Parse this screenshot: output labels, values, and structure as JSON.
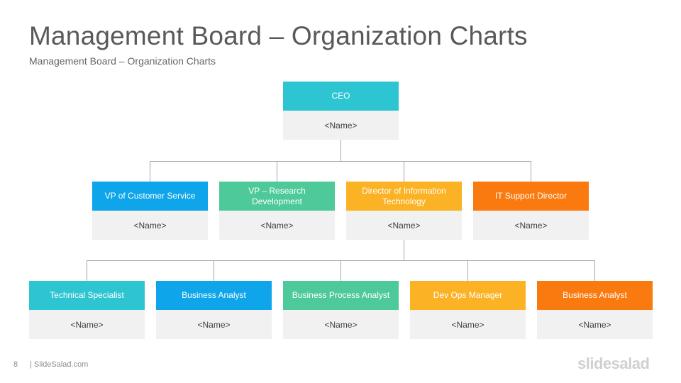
{
  "header": {
    "title": "Management Board – Organization Charts",
    "subtitle": "Management Board – Organization Charts"
  },
  "org": {
    "ceo": {
      "role": "CEO",
      "name": "<Name>",
      "color": "#2ec5d3"
    },
    "level1": [
      {
        "role": "VP of Customer Service",
        "name": "<Name>",
        "color": "#0ea5ea"
      },
      {
        "role": "VP – Research Development",
        "name": "<Name>",
        "color": "#4ec99a"
      },
      {
        "role": "Director of Information Technology",
        "name": "<Name>",
        "color": "#fbb225"
      },
      {
        "role": "IT Support Director",
        "name": "<Name>",
        "color": "#fa7a10"
      }
    ],
    "level2": [
      {
        "role": "Technical Specialist",
        "name": "<Name>",
        "color": "#2ec5d3"
      },
      {
        "role": "Business Analyst",
        "name": "<Name>",
        "color": "#0ea5ea"
      },
      {
        "role": "Business Process Analyst",
        "name": "<Name>",
        "color": "#4ec99a"
      },
      {
        "role": "Dev Ops Manager",
        "name": "<Name>",
        "color": "#fbb225"
      },
      {
        "role": "Business Analyst",
        "name": "<Name>",
        "color": "#fa7a10"
      }
    ]
  },
  "footer": {
    "page_number": "8",
    "site": "| SlideSalad.com",
    "logo": "slidesalad"
  }
}
